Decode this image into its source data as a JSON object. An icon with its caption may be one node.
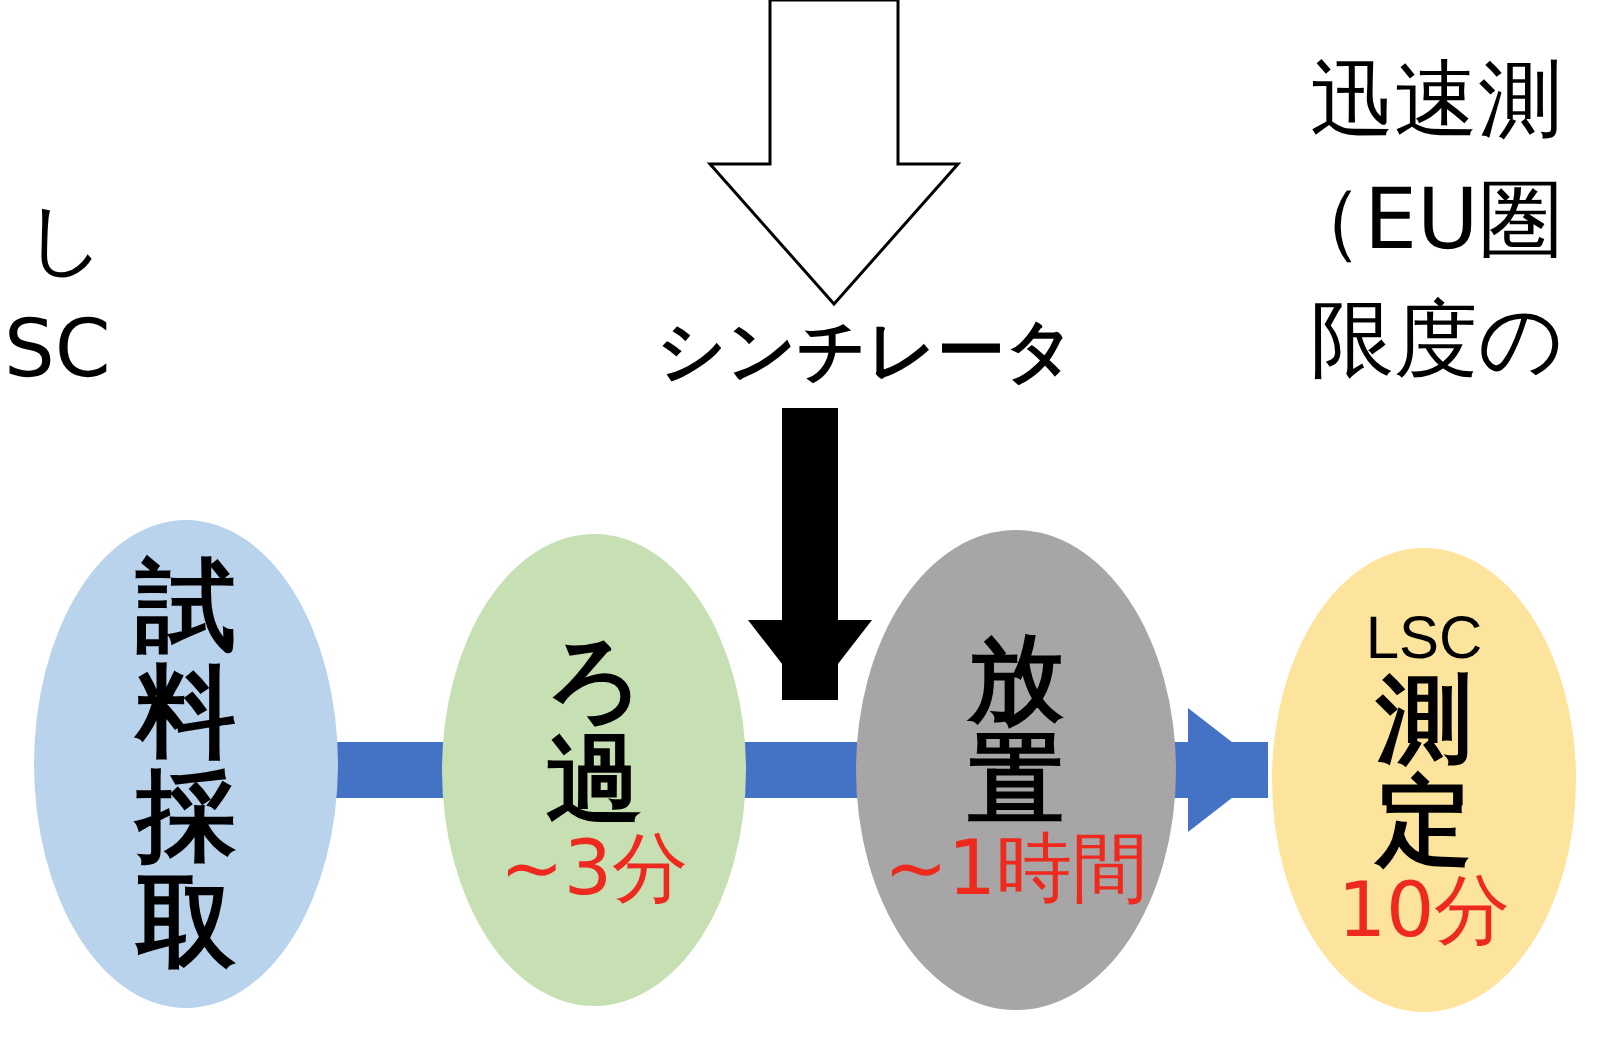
{
  "diagram": {
    "nodes": [
      {
        "text": [
          "試料採取"
        ]
      },
      {
        "text": [
          "ろ過",
          "~3分"
        ]
      },
      {
        "text": [
          "放置",
          "~1時間"
        ]
      },
      {
        "text": [
          "LSC",
          "測定",
          "10分"
        ]
      },
      {
        "text": [
          "シンチレータ"
        ]
      }
    ],
    "edges": [
      {
        "from": 0,
        "to": 1,
        "arrow": "none"
      },
      {
        "from": 1,
        "to": 2,
        "arrow": "none"
      },
      {
        "from": 2,
        "to": 3,
        "arrow": "to"
      },
      {
        "from": null,
        "to": 4,
        "arrow": "to",
        "style": "thick",
        "color": "#000000"
      },
      {
        "from": 4,
        "to": 2,
        "arrow": "to",
        "color": "#000000"
      }
    ],
    "labels": [
      "し",
      "SC",
      "迅速測",
      "（EU圏",
      "限度の"
    ]
  }
}
